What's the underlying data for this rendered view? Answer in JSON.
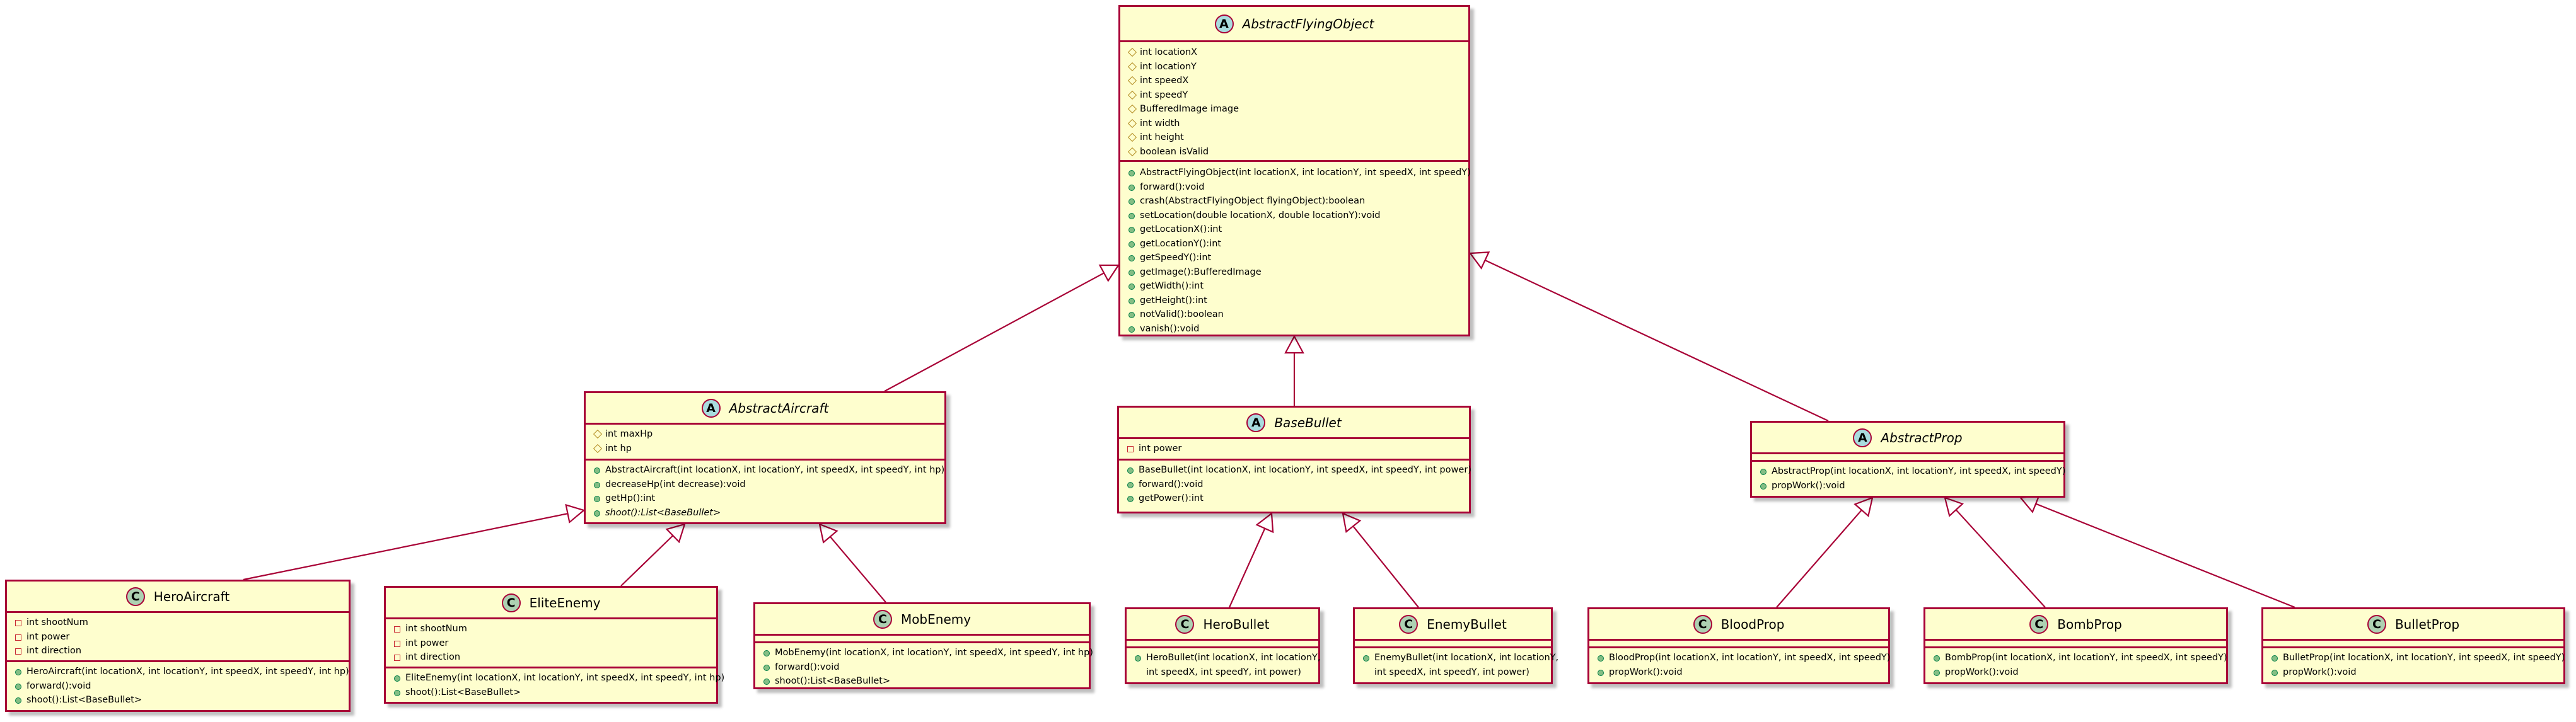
{
  "diagram": {
    "classes": {
      "flying": {
        "name": "AbstractFlyingObject",
        "badge": "A",
        "abstract": true,
        "fields": [
          {
            "vis": "protected",
            "text": "int locationX"
          },
          {
            "vis": "protected",
            "text": "int locationY"
          },
          {
            "vis": "protected",
            "text": "int speedX"
          },
          {
            "vis": "protected",
            "text": "int speedY"
          },
          {
            "vis": "protected",
            "text": "BufferedImage image"
          },
          {
            "vis": "protected",
            "text": "int width"
          },
          {
            "vis": "protected",
            "text": "int height"
          },
          {
            "vis": "protected",
            "text": "boolean isValid"
          }
        ],
        "methods": [
          {
            "vis": "public",
            "text": "AbstractFlyingObject(int locationX, int locationY, int speedX, int speedY)"
          },
          {
            "vis": "public",
            "text": "forward():void"
          },
          {
            "vis": "public",
            "text": "crash(AbstractFlyingObject flyingObject):boolean"
          },
          {
            "vis": "public",
            "text": "setLocation(double locationX, double locationY):void"
          },
          {
            "vis": "public",
            "text": "getLocationX():int"
          },
          {
            "vis": "public",
            "text": "getLocationY():int"
          },
          {
            "vis": "public",
            "text": "getSpeedY():int"
          },
          {
            "vis": "public",
            "text": "getImage():BufferedImage"
          },
          {
            "vis": "public",
            "text": "getWidth():int"
          },
          {
            "vis": "public",
            "text": "getHeight():int"
          },
          {
            "vis": "public",
            "text": "notValid():boolean"
          },
          {
            "vis": "public",
            "text": "vanish():void"
          }
        ]
      },
      "aircraft": {
        "name": "AbstractAircraft",
        "badge": "A",
        "abstract": true,
        "fields": [
          {
            "vis": "protected",
            "text": "int maxHp"
          },
          {
            "vis": "protected",
            "text": "int hp"
          }
        ],
        "methods": [
          {
            "vis": "public",
            "text": "AbstractAircraft(int locationX, int locationY, int speedX, int speedY, int hp)"
          },
          {
            "vis": "public",
            "text": "decreaseHp(int decrease):void"
          },
          {
            "vis": "public",
            "text": "getHp():int"
          },
          {
            "vis": "public",
            "text": "shoot():List<BaseBullet>",
            "italic": true
          }
        ]
      },
      "basebullet": {
        "name": "BaseBullet",
        "badge": "A",
        "abstract": true,
        "fields": [
          {
            "vis": "private",
            "text": "int power"
          }
        ],
        "methods": [
          {
            "vis": "public",
            "text": "BaseBullet(int locationX, int locationY, int speedX, int speedY, int power)"
          },
          {
            "vis": "public",
            "text": "forward():void"
          },
          {
            "vis": "public",
            "text": "getPower():int"
          }
        ]
      },
      "prop": {
        "name": "AbstractProp",
        "badge": "A",
        "abstract": true,
        "fields": [],
        "methods": [
          {
            "vis": "public",
            "text": "AbstractProp(int locationX, int locationY, int speedX, int speedY)"
          },
          {
            "vis": "public",
            "text": "propWork():void"
          }
        ]
      },
      "hero": {
        "name": "HeroAircraft",
        "badge": "C",
        "abstract": false,
        "fields": [
          {
            "vis": "private",
            "text": "int shootNum"
          },
          {
            "vis": "private",
            "text": "int power"
          },
          {
            "vis": "private",
            "text": "int direction"
          }
        ],
        "methods": [
          {
            "vis": "public",
            "text": "HeroAircraft(int locationX, int locationY, int speedX, int speedY, int hp)"
          },
          {
            "vis": "public",
            "text": "forward():void"
          },
          {
            "vis": "public",
            "text": "shoot():List<BaseBullet>"
          }
        ]
      },
      "elite": {
        "name": "EliteEnemy",
        "badge": "C",
        "abstract": false,
        "fields": [
          {
            "vis": "private",
            "text": "int shootNum"
          },
          {
            "vis": "private",
            "text": "int power"
          },
          {
            "vis": "private",
            "text": "int direction"
          }
        ],
        "methods": [
          {
            "vis": "public",
            "text": "EliteEnemy(int locationX, int locationY, int speedX, int speedY, int hp)"
          },
          {
            "vis": "public",
            "text": "shoot():List<BaseBullet>"
          }
        ]
      },
      "mob": {
        "name": "MobEnemy",
        "badge": "C",
        "abstract": false,
        "fields": [],
        "methods": [
          {
            "vis": "public",
            "text": "MobEnemy(int locationX, int locationY, int speedX, int speedY, int hp)"
          },
          {
            "vis": "public",
            "text": "forward():void"
          },
          {
            "vis": "public",
            "text": "shoot():List<BaseBullet>"
          }
        ]
      },
      "herobullet": {
        "name": "HeroBullet",
        "badge": "C",
        "abstract": false,
        "fields": [],
        "methods": [
          {
            "vis": "public",
            "text": "HeroBullet(int locationX, int locationY,",
            "cont": "int speedX, int speedY, int power)"
          }
        ]
      },
      "enemybullet": {
        "name": "EnemyBullet",
        "badge": "C",
        "abstract": false,
        "fields": [],
        "methods": [
          {
            "vis": "public",
            "text": "EnemyBullet(int locationX, int locationY,",
            "cont": "int speedX, int speedY, int power)"
          }
        ]
      },
      "blood": {
        "name": "BloodProp",
        "badge": "C",
        "abstract": false,
        "fields": [],
        "methods": [
          {
            "vis": "public",
            "text": "BloodProp(int locationX, int locationY, int speedX, int speedY)"
          },
          {
            "vis": "public",
            "text": "propWork():void"
          }
        ]
      },
      "bomb": {
        "name": "BombProp",
        "badge": "C",
        "abstract": false,
        "fields": [],
        "methods": [
          {
            "vis": "public",
            "text": "BombProp(int locationX, int locationY, int speedX, int speedY)"
          },
          {
            "vis": "public",
            "text": "propWork():void"
          }
        ]
      },
      "bulletprop": {
        "name": "BulletProp",
        "badge": "C",
        "abstract": false,
        "fields": [],
        "methods": [
          {
            "vis": "public",
            "text": "BulletProp(int locationX, int locationY, int speedX, int speedY)"
          },
          {
            "vis": "public",
            "text": "propWork():void"
          }
        ]
      }
    },
    "relations": [
      {
        "from": "aircraft",
        "to": "flying",
        "type": "extends"
      },
      {
        "from": "basebullet",
        "to": "flying",
        "type": "extends"
      },
      {
        "from": "prop",
        "to": "flying",
        "type": "extends"
      },
      {
        "from": "hero",
        "to": "aircraft",
        "type": "extends"
      },
      {
        "from": "elite",
        "to": "aircraft",
        "type": "extends"
      },
      {
        "from": "mob",
        "to": "aircraft",
        "type": "extends"
      },
      {
        "from": "herobullet",
        "to": "basebullet",
        "type": "extends"
      },
      {
        "from": "enemybullet",
        "to": "basebullet",
        "type": "extends"
      },
      {
        "from": "blood",
        "to": "prop",
        "type": "extends"
      },
      {
        "from": "bomb",
        "to": "prop",
        "type": "extends"
      },
      {
        "from": "bulletprop",
        "to": "prop",
        "type": "extends"
      }
    ],
    "colors": {
      "class_fill": "#FEFECE",
      "class_border": "#A80036",
      "abstract_badge": "#A9DCDF",
      "class_badge": "#ADD1B2",
      "public_marker": "#84BE84",
      "private_marker": "#C82930",
      "protected_marker": "#B38D22"
    }
  }
}
